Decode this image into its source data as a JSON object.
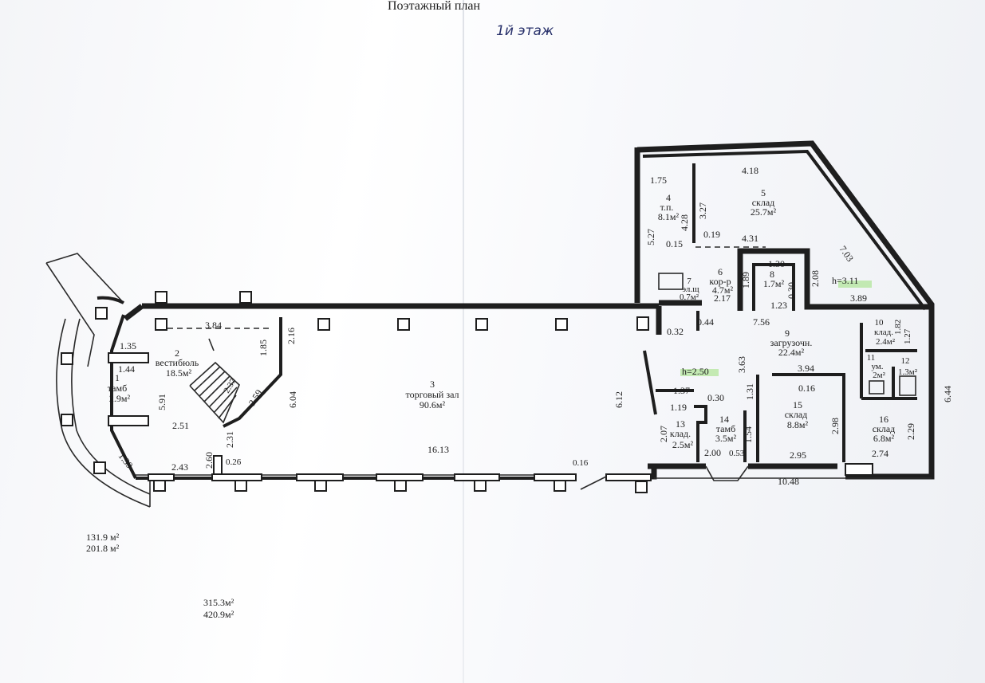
{
  "title": "Поэтажный план",
  "handwritten_note": "1й этаж",
  "rooms": [
    {
      "id": "1",
      "name": "тамб",
      "area": "2.9м²"
    },
    {
      "id": "2",
      "name": "вестибюль",
      "area": "18.5м²"
    },
    {
      "id": "3",
      "name": "торговый зал",
      "area": "90.6м²"
    },
    {
      "id": "4",
      "name": "т.п.",
      "area": "8.1м²"
    },
    {
      "id": "5",
      "name": "склад",
      "area": "25.7м²"
    },
    {
      "id": "6",
      "name": "кор-р",
      "area": "4.7м²"
    },
    {
      "id": "7",
      "name": "эл.щ",
      "area": "0.7м²"
    },
    {
      "id": "8",
      "name": "",
      "area": "1.7м²"
    },
    {
      "id": "9",
      "name": "загрузочн.",
      "area": "22.4м²"
    },
    {
      "id": "10",
      "name": "клад.",
      "area": "2.4м²"
    },
    {
      "id": "11",
      "name": "ум.",
      "area": "2м²"
    },
    {
      "id": "12",
      "name": "",
      "area": "1.3м²"
    },
    {
      "id": "13",
      "name": "клад.",
      "area": "2.5м²"
    },
    {
      "id": "14",
      "name": "тамб",
      "area": "3.5м²"
    },
    {
      "id": "15",
      "name": "склад",
      "area": "8.8м²"
    },
    {
      "id": "16",
      "name": "склад",
      "area": "6.8м²"
    }
  ],
  "heights": [
    "h=2.50",
    "h=3.11"
  ],
  "dimensions": {
    "d1_35": "1.35",
    "d1_44": "1.44",
    "d5_91": "5.91",
    "d1_39": "1.39",
    "d3_84": "3.84",
    "d1_85": "1.85",
    "d2_16": "2.16",
    "d6_04": "6.04",
    "d2_59": "2.59",
    "d2_37": "2.37",
    "d2_51": "2.51",
    "d2_31": "2.31",
    "d2_60": "2.60",
    "d0_26": "0.26",
    "d2_43": "2.43",
    "d16_13": "16.13",
    "d0_16a": "0.16",
    "d6_12": "6.12",
    "d0_32": "0.32",
    "d0_44": "0.44",
    "d1_75": "1.75",
    "d4_18": "4.18",
    "d3_27": "3.27",
    "d4_28": "4.28",
    "d5_27": "5.27",
    "d0_15": "0.15",
    "d0_19": "0.19",
    "d4_31": "4.31",
    "d7_03": "7.03",
    "d1_30": "1.30",
    "d0_30a": "0.30",
    "d1_89": "1.89",
    "d2_08": "2.08",
    "d2_17": "2.17",
    "d1_23": "1.23",
    "d3_89": "3.89",
    "d7_56": "7.56",
    "d1_82": "1.82",
    "d1_27": "1.27",
    "d6_44": "6.44",
    "d3_63": "3.63",
    "d3_94": "3.94",
    "d0_16b": "0.16",
    "d1_31": "1.31",
    "d1_37": "1.37",
    "d0_30b": "0.30",
    "d1_19": "1.19",
    "d2_07": "2.07",
    "d1_54": "1.54",
    "d2_00": "2.00",
    "d0_53": "0.53",
    "d2_98": "2.98",
    "d2_95": "2.95",
    "d2_29": "2.29",
    "d2_74": "2.74",
    "d10_48": "10.48"
  },
  "totals": {
    "a1": "131.9 м²",
    "a2": "201.8 м²",
    "a3": "315.3м²",
    "a4": "420.9м²"
  },
  "colors": {
    "ink": "#1e1e1e",
    "highlight": "#9be07a",
    "pen": "#27306a"
  }
}
